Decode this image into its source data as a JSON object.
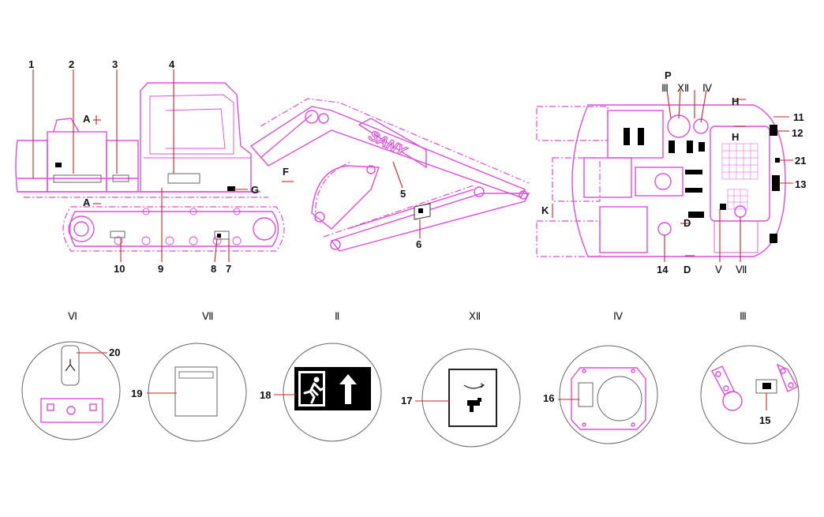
{
  "brand_text": "SANY",
  "callouts": [
    "1",
    "2",
    "3",
    "4",
    "5",
    "6",
    "7",
    "8",
    "9",
    "10",
    "11",
    "12",
    "13",
    "14",
    "15",
    "16",
    "17",
    "18",
    "19",
    "20",
    "21"
  ],
  "zone_letters": [
    "A",
    "A",
    "F",
    "G",
    "P",
    "H",
    "H",
    "K",
    "D",
    "D"
  ],
  "top_view_romans": [
    "Ⅲ",
    "ⅩⅡ",
    "Ⅳ",
    "Ⅴ",
    "Ⅶ"
  ],
  "detail_circles": [
    {
      "roman": "Ⅵ",
      "callout": "20"
    },
    {
      "roman": "Ⅶ",
      "callout": "19"
    },
    {
      "roman": "Ⅱ",
      "callout": "18"
    },
    {
      "roman": "ⅩⅡ",
      "callout": "17"
    },
    {
      "roman": "Ⅳ",
      "callout": "16"
    },
    {
      "roman": "Ⅲ",
      "callout": "15"
    }
  ],
  "colors": {
    "outline": "#e04ce0",
    "leader": "#d42020",
    "decal": "#000000"
  }
}
